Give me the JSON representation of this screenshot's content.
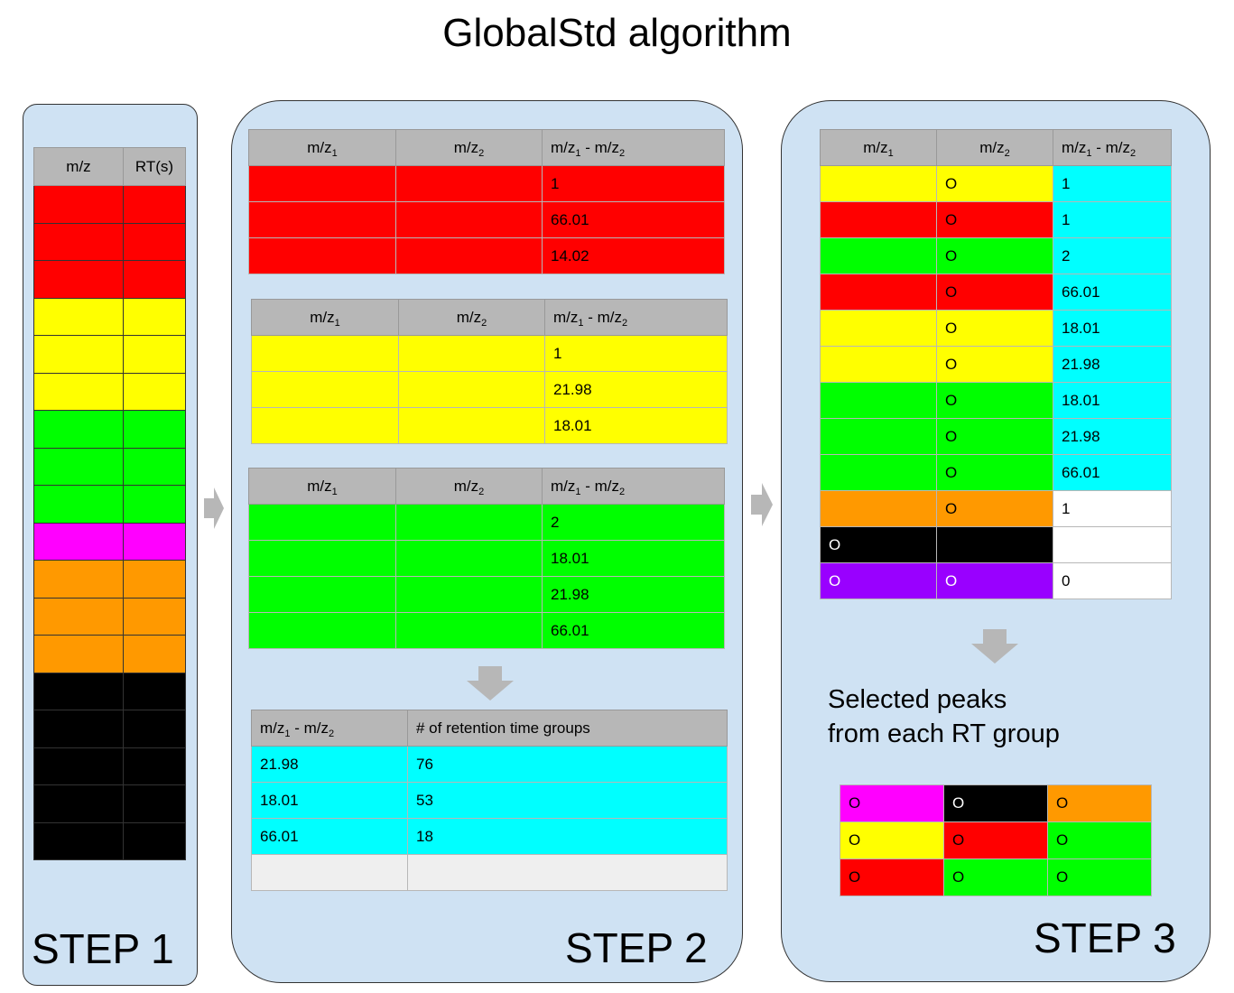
{
  "title": "GlobalStd algorithm",
  "step1": {
    "label": "STEP 1",
    "headers": [
      "m/z",
      "RT(s)"
    ],
    "row_colors": [
      "red",
      "red",
      "red",
      "yellow",
      "yellow",
      "yellow",
      "green",
      "green",
      "green",
      "magenta",
      "orange",
      "orange",
      "orange",
      "black",
      "black",
      "black",
      "black",
      "black"
    ]
  },
  "step2": {
    "label": "STEP 2",
    "headers": [
      "m/z1",
      "m/z2",
      "m/z1 - m/z2"
    ],
    "tables": [
      {
        "color": "red",
        "values": [
          "1",
          "66.01",
          "14.02"
        ]
      },
      {
        "color": "yellow",
        "values": [
          "1",
          "21.98",
          "18.01"
        ]
      },
      {
        "color": "green",
        "values": [
          "2",
          "18.01",
          "21.98",
          "66.01"
        ]
      }
    ],
    "summary": {
      "headers": [
        "m/z1 - m/z2",
        "# of retention time groups"
      ],
      "rows": [
        [
          "21.98",
          "76"
        ],
        [
          "18.01",
          "53"
        ],
        [
          "66.01",
          "18"
        ],
        [
          "",
          ""
        ]
      ]
    }
  },
  "step3": {
    "label": "STEP 3",
    "headers": [
      "m/z1",
      "m/z2",
      "m/z1 - m/z2"
    ],
    "rows": [
      {
        "color": "yellow",
        "c1": "",
        "c2": "O",
        "c3": "1",
        "c3color": "cyan"
      },
      {
        "color": "red",
        "c1": "",
        "c2": "O",
        "c3": "1",
        "c3color": "cyan"
      },
      {
        "color": "green",
        "c1": "",
        "c2": "O",
        "c3": "2",
        "c3color": "cyan"
      },
      {
        "color": "red",
        "c1": "",
        "c2": "O",
        "c3": "66.01",
        "c3color": "cyan"
      },
      {
        "color": "yellow",
        "c1": "",
        "c2": "O",
        "c3": "18.01",
        "c3color": "cyan"
      },
      {
        "color": "yellow",
        "c1": "",
        "c2": "O",
        "c3": "21.98",
        "c3color": "cyan"
      },
      {
        "color": "green",
        "c1": "",
        "c2": "O",
        "c3": "18.01",
        "c3color": "cyan"
      },
      {
        "color": "green",
        "c1": "",
        "c2": "O",
        "c3": "21.98",
        "c3color": "cyan"
      },
      {
        "color": "green",
        "c1": "",
        "c2": "O",
        "c3": "66.01",
        "c3color": "cyan"
      },
      {
        "color": "orange",
        "c1": "",
        "c2": "O",
        "c3": "1",
        "c3color": "white"
      },
      {
        "color": "black",
        "c1": "O",
        "c2": "",
        "c3": "",
        "c3color": "white"
      },
      {
        "color": "purple",
        "c1": "O",
        "c2": "O",
        "c3": "0",
        "c3color": "white"
      }
    ],
    "selected_text_line1": "Selected peaks",
    "selected_text_line2": "from each RT group",
    "selected_grid": [
      [
        {
          "color": "magenta",
          "text": "O"
        },
        {
          "color": "black",
          "text": "O"
        },
        {
          "color": "orange",
          "text": "O"
        }
      ],
      [
        {
          "color": "yellow",
          "text": "O"
        },
        {
          "color": "red",
          "text": "O"
        },
        {
          "color": "green",
          "text": "O"
        }
      ],
      [
        {
          "color": "red",
          "text": "O"
        },
        {
          "color": "green",
          "text": "O"
        },
        {
          "color": "green",
          "text": "O"
        }
      ]
    ]
  },
  "colors": {
    "panel": "#cfe2f3",
    "header": "#b7b7b7",
    "arrow": "#b7b7b7",
    "red": "#ff0000",
    "yellow": "#ffff00",
    "green": "#00ff00",
    "magenta": "#ff00ff",
    "orange": "#ff9900",
    "black": "#000000",
    "purple": "#9900ff",
    "cyan": "#00ffff"
  },
  "icons": [
    "right-arrow-icon",
    "down-arrow-icon"
  ]
}
